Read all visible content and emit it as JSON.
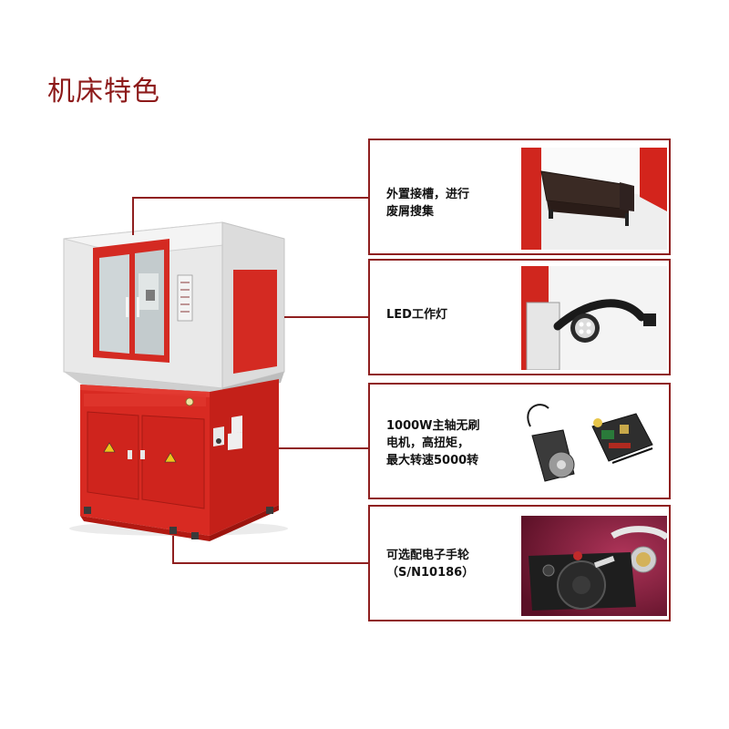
{
  "page": {
    "title": "机床特色"
  },
  "features": [
    {
      "lines": [
        "外置接槽，进行",
        "废屑搜集"
      ],
      "image": "chip-tray-photo"
    },
    {
      "lines": [
        "LED工作灯"
      ],
      "image": "led-work-lamp-photo"
    },
    {
      "lines": [
        "1000W主轴无刷",
        "电机，高扭矩，",
        "最大转速5000转"
      ],
      "image": "spindle-motor-and-driver-photo"
    },
    {
      "lines": [
        "可选配电子手轮",
        "（S/N10186）"
      ],
      "image": "electronic-handwheel-photo"
    }
  ],
  "colors": {
    "accent": "#8f1f1f",
    "machine_red": "#d82a22",
    "machine_gray": "#e8e8e8"
  }
}
